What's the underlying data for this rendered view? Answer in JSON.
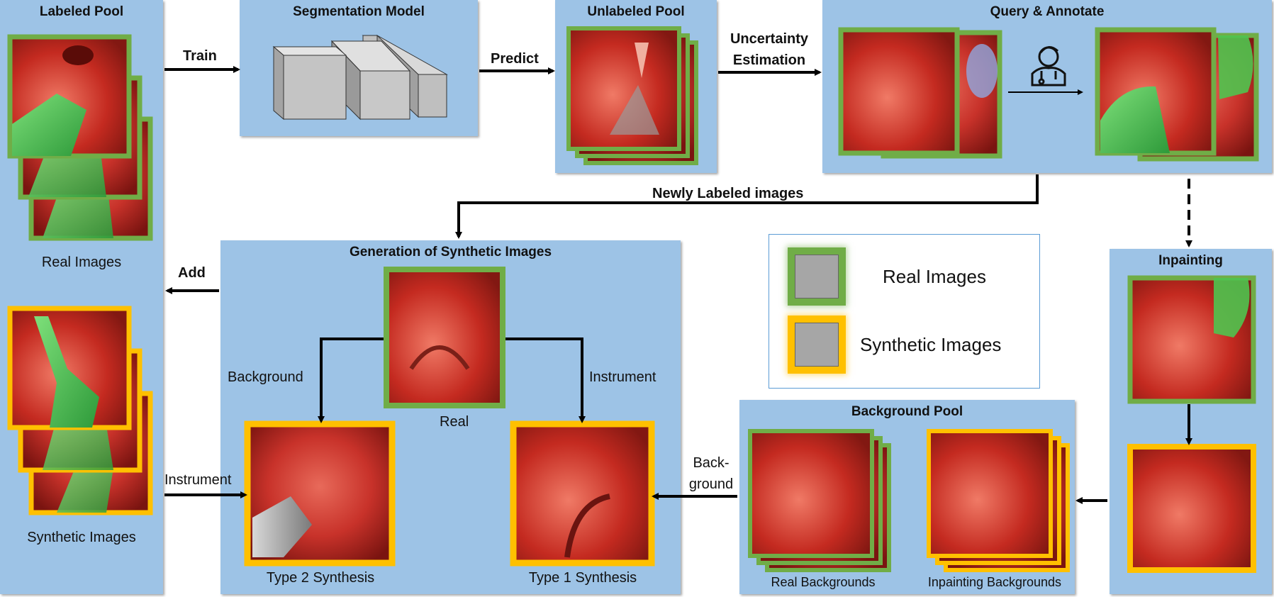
{
  "panels": {
    "labeled_pool": "Labeled Pool",
    "segmentation_model": "Segmentation Model",
    "unlabeled_pool": "Unlabeled Pool",
    "query_annotate": "Query & Annotate",
    "generation": "Generation of Synthetic Images",
    "background_pool": "Background Pool",
    "inpainting": "Inpainting"
  },
  "labels": {
    "real_images": "Real Images",
    "synthetic_images": "Synthetic Images",
    "train": "Train",
    "predict": "Predict",
    "uncertainty_1": "Uncertainty",
    "uncertainty_2": "Estimation",
    "newly_labeled": "Newly Labeled images",
    "add": "Add",
    "instrument_left": "Instrument",
    "background_branch": "Background",
    "instrument_branch": "Instrument",
    "real": "Real",
    "type2": "Type 2 Synthesis",
    "type1": "Type 1 Synthesis",
    "backg_1": "Back-",
    "backg_2": "ground",
    "real_backgrounds": "Real Backgrounds",
    "inpainting_backgrounds": "Inpainting Backgrounds"
  },
  "legend": {
    "real": "Real Images",
    "synthetic": "Synthetic Images"
  },
  "icons": [
    "doctor-icon"
  ],
  "colors": {
    "panel": "#9dc3e6",
    "real_border": "#70ad47",
    "synthetic_border": "#ffc000",
    "tissue": "#c0281e",
    "instrument_green": "#4fc44f"
  }
}
